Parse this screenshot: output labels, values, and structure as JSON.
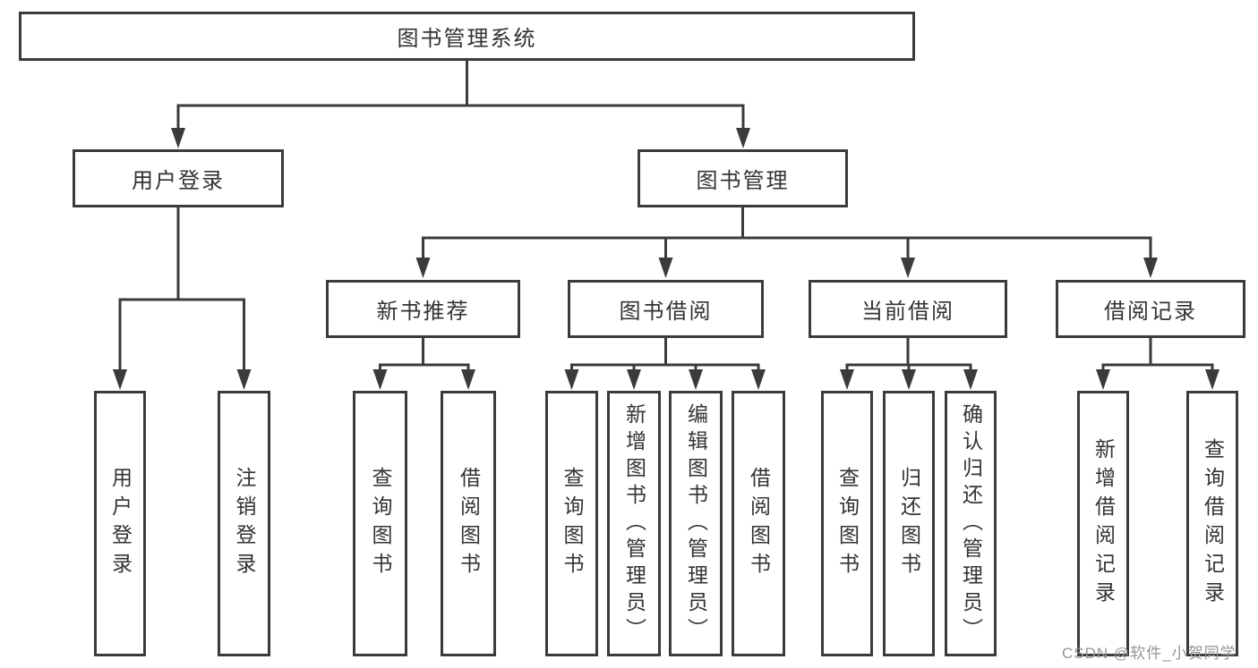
{
  "diagram": {
    "type": "hierarchy-diagram",
    "title": "图书管理系统"
  },
  "tree": {
    "root": {
      "label": "图书管理系统"
    },
    "level1": [
      {
        "label": "用户登录",
        "parent": "图书管理系统"
      },
      {
        "label": "图书管理",
        "parent": "图书管理系统"
      }
    ],
    "level2": [
      {
        "label": "新书推荐",
        "parent": "图书管理"
      },
      {
        "label": "图书借阅",
        "parent": "图书管理"
      },
      {
        "label": "当前借阅",
        "parent": "图书管理"
      },
      {
        "label": "借阅记录",
        "parent": "图书管理"
      }
    ],
    "leaves": [
      {
        "label": "用户登录",
        "parent": "用户登录"
      },
      {
        "label": "注销登录",
        "parent": "用户登录"
      },
      {
        "label": "查询图书",
        "parent": "新书推荐"
      },
      {
        "label": "借阅图书",
        "parent": "新书推荐"
      },
      {
        "label": "查询图书",
        "parent": "图书借阅"
      },
      {
        "label": "新增图书（管理员）",
        "parent": "图书借阅"
      },
      {
        "label": "编辑图书（管理员）",
        "parent": "图书借阅"
      },
      {
        "label": "借阅图书",
        "parent": "图书借阅"
      },
      {
        "label": "查询图书",
        "parent": "当前借阅"
      },
      {
        "label": "归还图书",
        "parent": "当前借阅"
      },
      {
        "label": "确认归还（管理员）",
        "parent": "当前借阅"
      },
      {
        "label": "新增借阅记录",
        "parent": "借阅记录"
      },
      {
        "label": "查询借阅记录",
        "parent": "借阅记录"
      }
    ]
  },
  "hierarchy": {
    "图书管理系统": [
      "用户登录",
      "图书管理"
    ],
    "用户登录": [
      "用户登录",
      "注销登录"
    ],
    "图书管理": [
      "新书推荐",
      "图书借阅",
      "当前借阅",
      "借阅记录"
    ],
    "新书推荐": [
      "查询图书",
      "借阅图书"
    ],
    "图书借阅": [
      "查询图书",
      "新增图书（管理员）",
      "编辑图书（管理员）",
      "借阅图书"
    ],
    "当前借阅": [
      "查询图书",
      "归还图书",
      "确认归还（管理员）"
    ],
    "借阅记录": [
      "新增借阅记录",
      "查询借阅记录"
    ]
  },
  "watermark": {
    "text": "CSDN @软件_小贺同学"
  },
  "colors": {
    "line": "#3b3b3b",
    "box_border": "#3b3b3b",
    "box_fill": "#ffffff",
    "text": "#333333",
    "watermark": "#96969b",
    "background": "#ffffff"
  }
}
